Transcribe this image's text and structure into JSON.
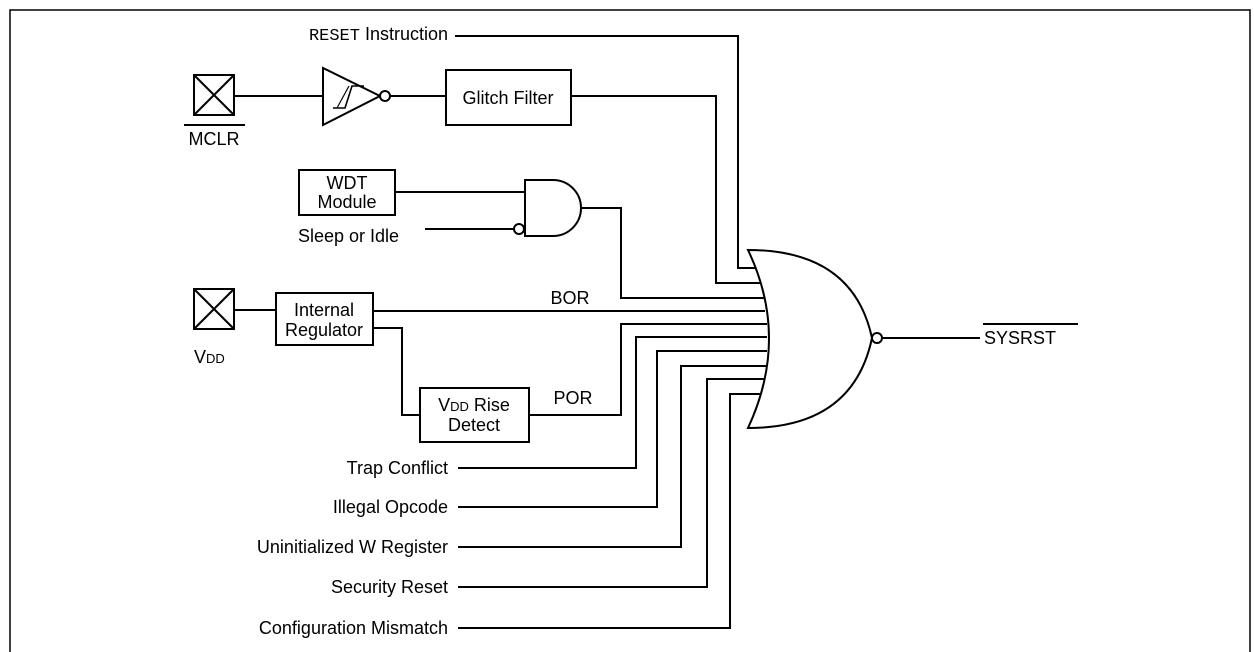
{
  "diagram": {
    "inputs": {
      "reset_instruction_mono": "RESET",
      "reset_instruction_rest": " Instruction",
      "mclr": "MCLR",
      "sleep_idle": "Sleep or Idle",
      "vdd_v": "V",
      "vdd_sub": "DD",
      "trap_conflict": "Trap Conflict",
      "illegal_opcode": "Illegal Opcode",
      "uninit_w": "Uninitialized W Register",
      "security_reset": "Security Reset",
      "config_mismatch": "Configuration Mismatch"
    },
    "blocks": {
      "glitch_filter": "Glitch Filter",
      "wdt_line1": "WDT",
      "wdt_line2": "Module",
      "regulator_line1": "Internal",
      "regulator_line2": "Regulator",
      "rise_v": "V",
      "rise_sub": "DD",
      "rise_rest": " Rise",
      "rise_line2": "Detect"
    },
    "signals": {
      "bor": "BOR",
      "por": "POR",
      "output": "SYSRST"
    }
  }
}
